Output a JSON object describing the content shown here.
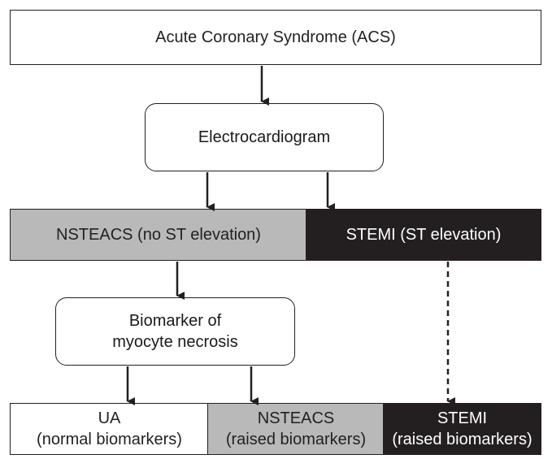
{
  "diagram": {
    "acs": "Acute Coronary Syndrome (ACS)",
    "ecg": "Electrocardiogram",
    "nsteacs_top": "NSTEACS (no ST elevation)",
    "stemi_top": "STEMI (ST elevation)",
    "biomarker": {
      "line1": "Biomarker of",
      "line2": "myocyte necrosis"
    },
    "ua": {
      "line1": "UA",
      "line2": "(normal biomarkers)"
    },
    "nsteacs_bottom": {
      "line1": "NSTEACS",
      "line2": "(raised biomarkers)"
    },
    "stemi_bottom": {
      "line1": "STEMI",
      "line2": "(raised biomarkers)"
    }
  },
  "colors": {
    "outline": "#231f20",
    "grey_fill": "#b9b9b9",
    "black_fill": "#231f20",
    "white_fill": "#ffffff"
  }
}
